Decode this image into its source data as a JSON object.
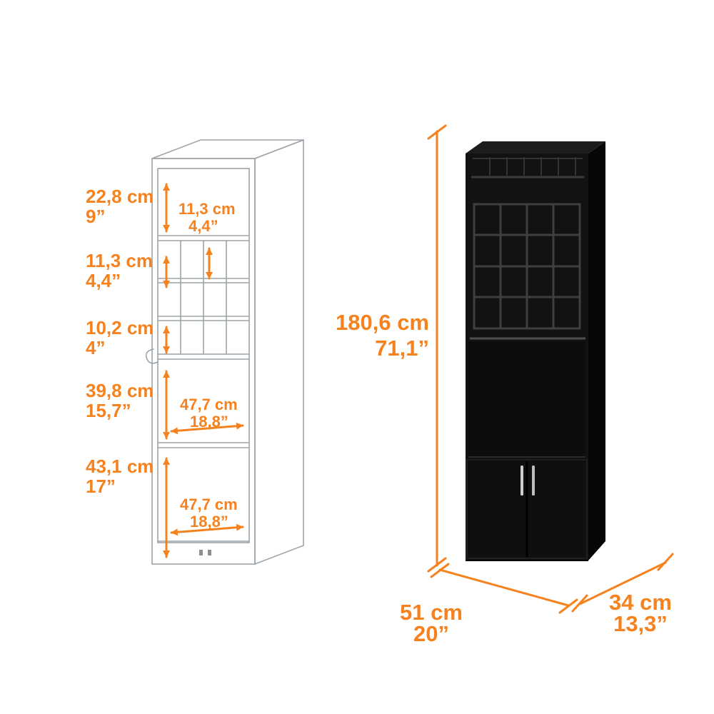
{
  "colors": {
    "accent": "#F5821F",
    "wireframe": "#9CA3A8",
    "cabinet_front": "#121212",
    "cabinet_side": "#060606",
    "cabinet_top": "#1d1d1d",
    "handle": "#CFCFCF"
  },
  "left_diagram": {
    "side_labels": [
      {
        "cm": "22,8 cm",
        "inch": "9”"
      },
      {
        "cm": "11,3 cm",
        "inch": "4,4”"
      },
      {
        "cm": "10,2 cm",
        "inch": "4”"
      },
      {
        "cm": "39,8 cm",
        "inch": "15,7”"
      },
      {
        "cm": "43,1 cm",
        "inch": "17”"
      }
    ],
    "inner_labels": [
      {
        "cm": "11,3 cm",
        "inch": "4,4”"
      },
      {
        "cm": "47,7 cm",
        "inch": "18,8”"
      },
      {
        "cm": "47,7 cm",
        "inch": "18,8”"
      }
    ]
  },
  "right_diagram": {
    "height": {
      "cm": "180,6 cm",
      "inch": "71,1”"
    },
    "width": {
      "cm": "51 cm",
      "inch": "20”"
    },
    "depth": {
      "cm": "34 cm",
      "inch": "13,3”"
    }
  }
}
